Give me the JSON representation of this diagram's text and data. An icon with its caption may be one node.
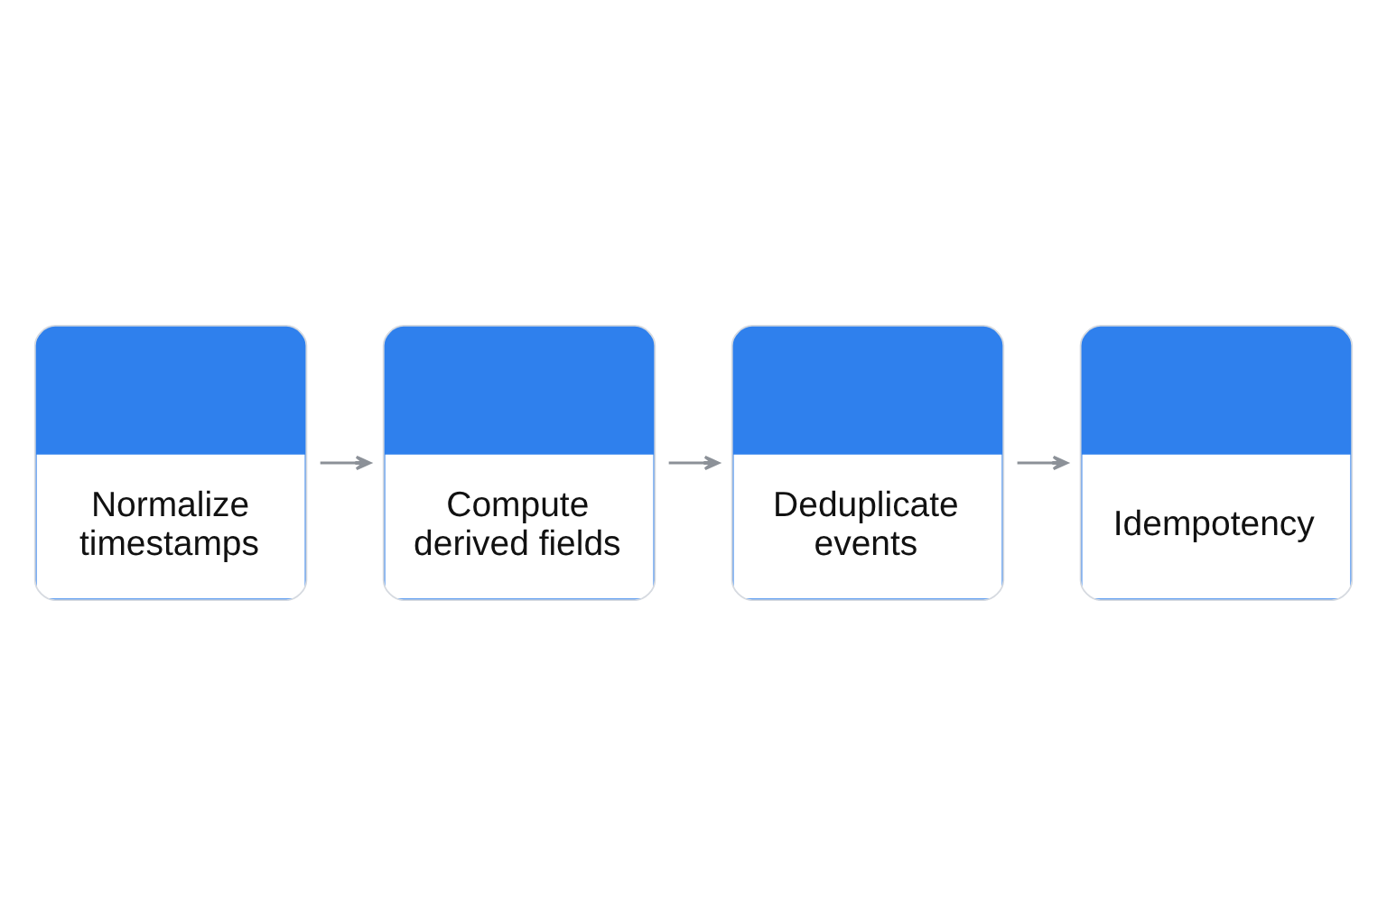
{
  "diagram": {
    "nodes": [
      {
        "text": [
          "Normalize timestamps"
        ]
      },
      {
        "text": [
          "Compute derived fields"
        ]
      },
      {
        "text": [
          "Deduplicate events"
        ]
      },
      {
        "text": [
          "Idempotency"
        ]
      }
    ],
    "edges": [
      {
        "from": 0,
        "to": 1,
        "arrow": "to"
      },
      {
        "from": 1,
        "to": 2,
        "arrow": "to"
      },
      {
        "from": 2,
        "to": 3,
        "arrow": "to"
      }
    ]
  }
}
